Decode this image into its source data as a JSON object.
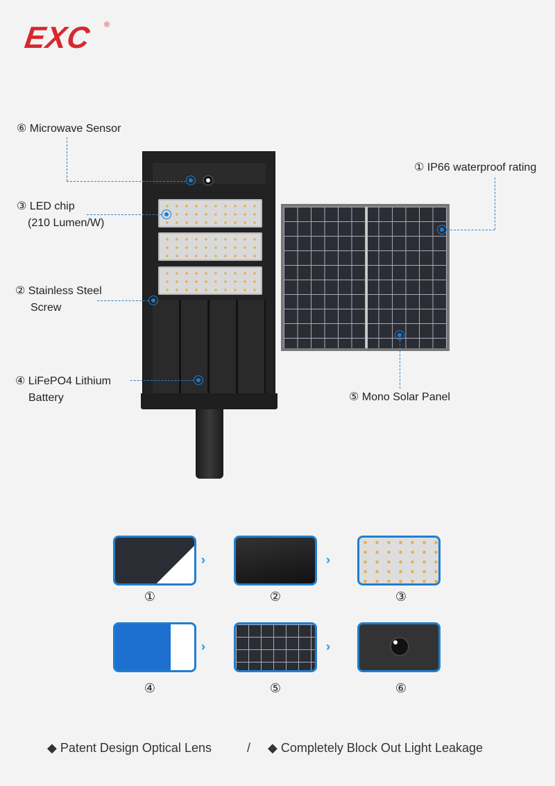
{
  "brand": {
    "logo": "EXC",
    "registered": "®"
  },
  "callouts": {
    "sensor": "⑥ Microwave Sensor",
    "led_line1": "③ LED chip",
    "led_line2": "(210 Lumen/W)",
    "screw_line1": "② Stainless Steel",
    "screw_line2": "Screw",
    "battery_line1": "④ LiFePO4 Lithium",
    "battery_line2": "Battery",
    "ip66": "① IP66 waterproof rating",
    "solar": "⑤ Mono Solar Panel"
  },
  "details": {
    "row1": [
      {
        "num": "①"
      },
      {
        "num": "②"
      },
      {
        "num": "③"
      }
    ],
    "row2": [
      {
        "num": "④"
      },
      {
        "num": "⑤"
      },
      {
        "num": "⑥"
      }
    ],
    "arrow": "››››"
  },
  "footer": {
    "item1": "◆ Patent Design Optical Lens",
    "separator": "/",
    "item2": "◆ Completely Block Out Light Leakage"
  },
  "colors": {
    "brand": "#d7282f",
    "accent": "#1f7ed0"
  }
}
